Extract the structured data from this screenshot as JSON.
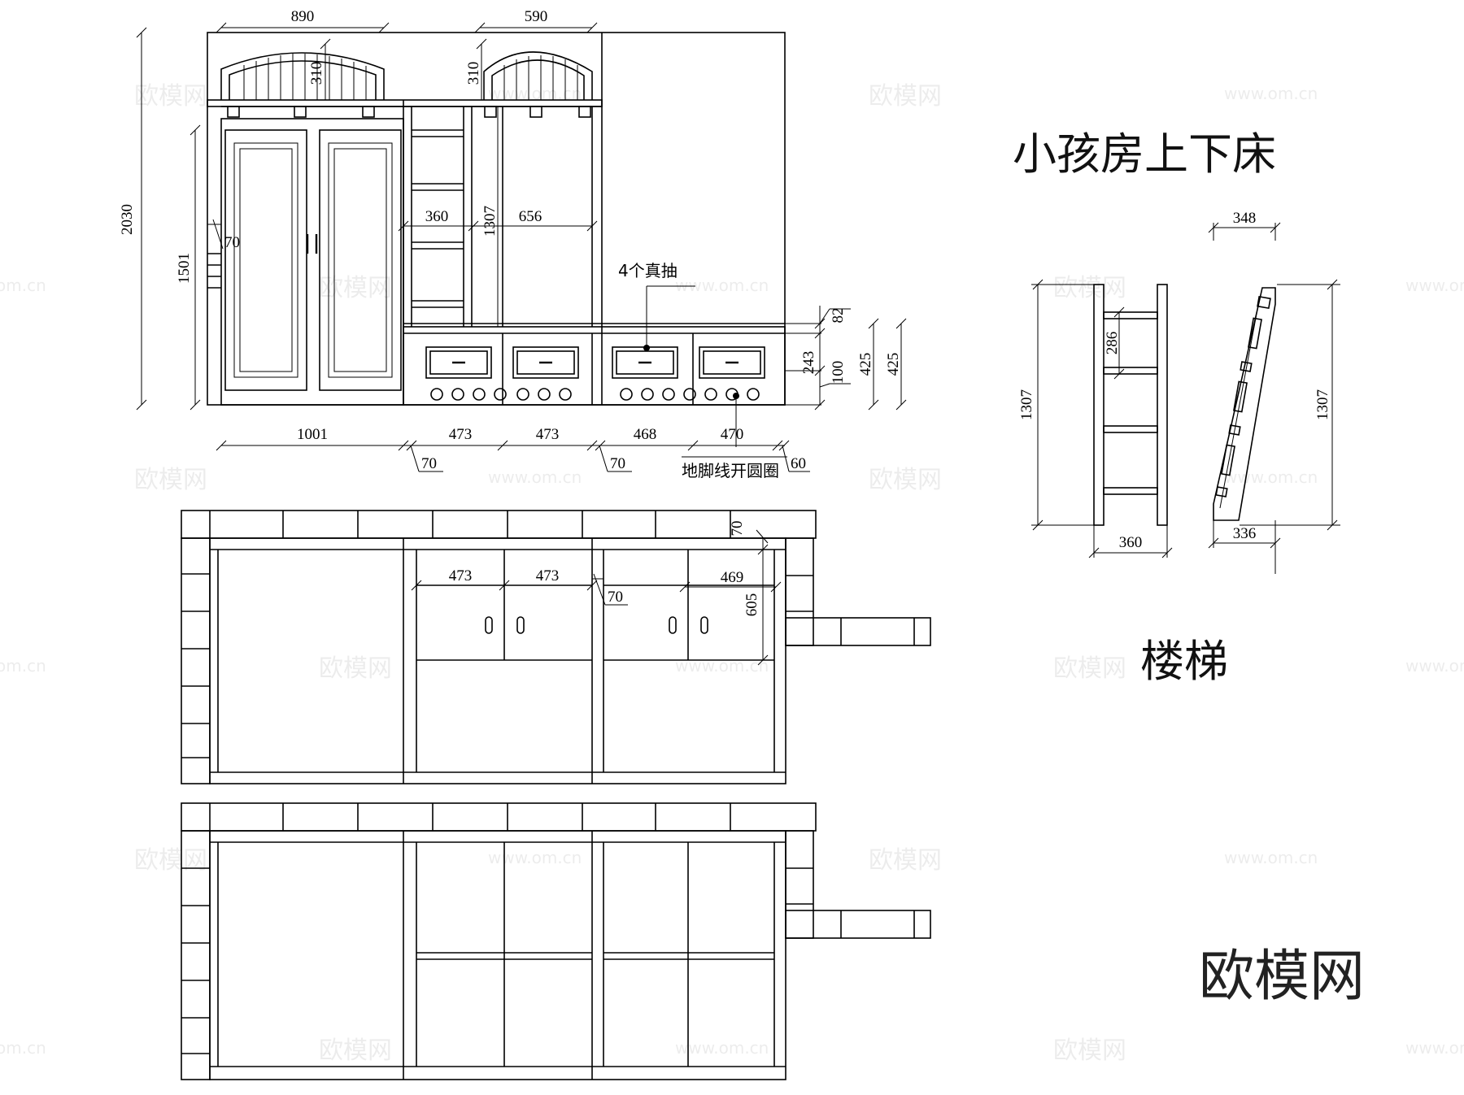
{
  "titles": {
    "main": "小孩房上下床",
    "stair": "楼梯"
  },
  "notes": {
    "drawers": "4个真抽",
    "baseboard": "地脚线开圆圈"
  },
  "logo": "欧模网",
  "watermark": {
    "brand": "欧模网",
    "url": "www.om.cn",
    "url_short": "om.cn"
  },
  "elevation": {
    "dims": {
      "top_left_width": "890",
      "top_right_width": "590",
      "arch_left_height": "310",
      "arch_right_height": "310",
      "total_height": "2030",
      "wardrobe_height": "1501",
      "side_70": "70",
      "shelf_width": "360",
      "shelf_height": "1307",
      "opening_width": "656",
      "dim_82": "82",
      "dim_243": "243",
      "dim_100": "100",
      "dim_425a": "425",
      "dim_425b": "425"
    },
    "bottom_dims": [
      "1001",
      "473",
      "473",
      "468",
      "470"
    ],
    "bottom_small": [
      "70",
      "70",
      "60"
    ]
  },
  "plan": {
    "dims": {
      "w1": "473",
      "w2": "473",
      "w3": "469",
      "gap": "70",
      "depth": "605",
      "corner": "70"
    }
  },
  "ladder": {
    "dims": {
      "top_width": "348",
      "left_height": "1307",
      "right_height": "1307",
      "rung_gap": "286",
      "front_width": "360",
      "side_width": "336"
    }
  }
}
